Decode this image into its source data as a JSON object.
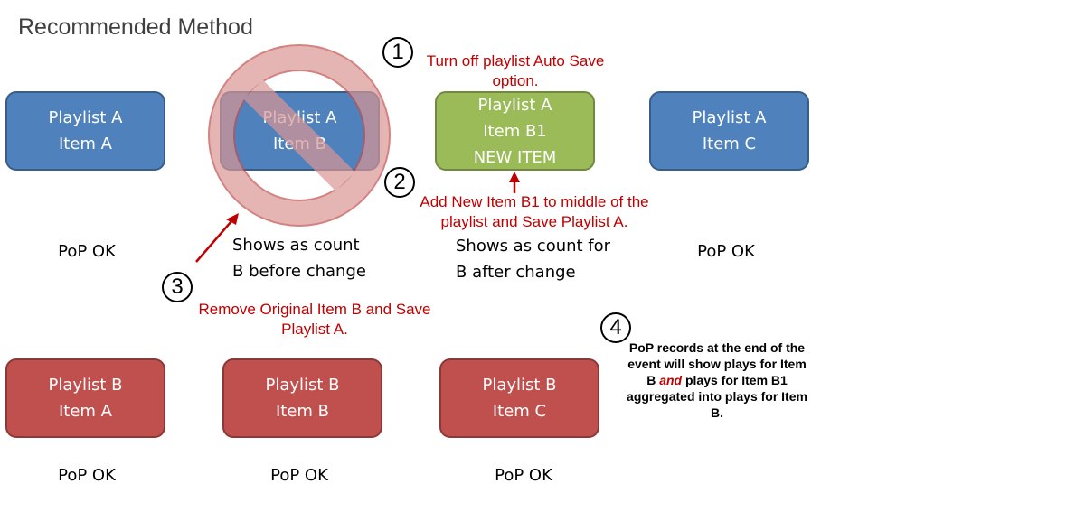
{
  "title": "Recommended Method",
  "playlist_a": [
    {
      "line1": "Playlist A",
      "line2": "Item A"
    },
    {
      "line1": "Playlist A",
      "line2": "Item B"
    },
    {
      "line1": "Playlist A",
      "line2": "Item B1",
      "line3": "NEW ITEM"
    },
    {
      "line1": "Playlist A",
      "line2": "Item C"
    }
  ],
  "playlist_b": [
    {
      "line1": "Playlist B",
      "line2": "Item A"
    },
    {
      "line1": "Playlist B",
      "line2": "Item B"
    },
    {
      "line1": "Playlist B",
      "line2": "Item C"
    }
  ],
  "pop_ok": "PoP OK",
  "captions": {
    "before_line1": "Shows as count",
    "before_line2": "B before change",
    "after_line1": "Shows as count for",
    "after_line2": "B after change"
  },
  "steps": {
    "s1_num": "1",
    "s1_line1": "Turn off playlist Auto Save",
    "s1_line2": "option.",
    "s2_num": "2",
    "s2_line1": "Add New Item B1 to middle of the",
    "s2_line2": "playlist and Save Playlist A.",
    "s3_num": "3",
    "s3_line1": "Remove Original Item B and Save",
    "s3_line2": "Playlist A.",
    "s4_num": "4",
    "s4_part1": "PoP records at the end of the event will show plays for Item B",
    "s4_em": "and",
    "s4_part2": "plays for Item B1 aggregated into plays for Item B."
  },
  "colors": {
    "blue": "#4f81bd",
    "green": "#9bbb59",
    "red": "#c0504d",
    "annotation_red": "#c00000",
    "prohibition": "#d99694"
  },
  "icons": [
    "prohibition-icon",
    "arrow-up-icon",
    "arrow-diagonal-icon"
  ]
}
